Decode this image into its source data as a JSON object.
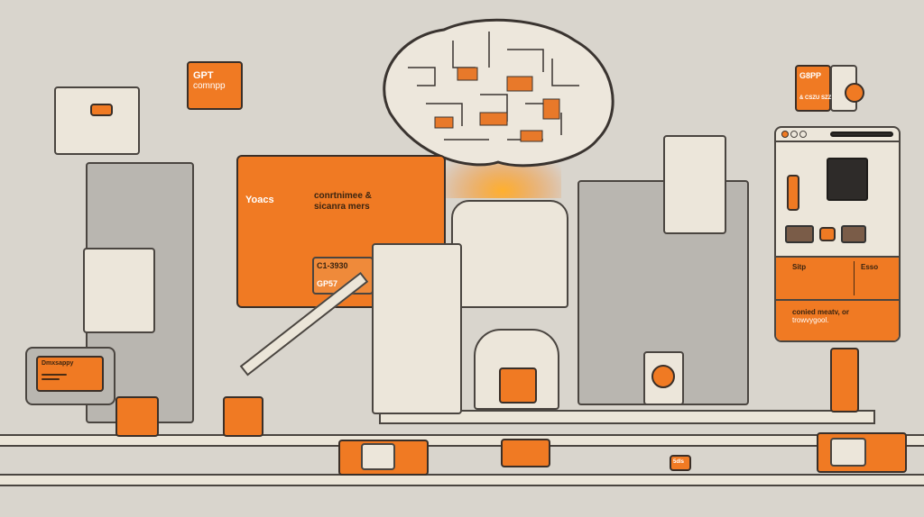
{
  "top_left_panel": {
    "title": "GPT",
    "subtitle": "comnpp"
  },
  "main_panel": {
    "heading": "Yoacs",
    "body_line1": "conrtnimee &",
    "body_line2": "sicanra mers"
  },
  "model_tag": {
    "label": "C1-3930",
    "sublabel": "GP57"
  },
  "top_right_panel": {
    "title": "G8PP",
    "subtitle": "& CSZU SZZ"
  },
  "right_console": {
    "col1": "Sitp",
    "col2": "Esso",
    "footer_line1": "conied meatv, or",
    "footer_line2": "trowvygool."
  },
  "left_screen": {
    "title": "Dmxsappy"
  },
  "bottom_badge": {
    "label": "5dls"
  },
  "colors": {
    "background": "#d9d5cd",
    "accent": "#f07a23",
    "dark": "#2e2b29",
    "cream": "#ece6da"
  }
}
